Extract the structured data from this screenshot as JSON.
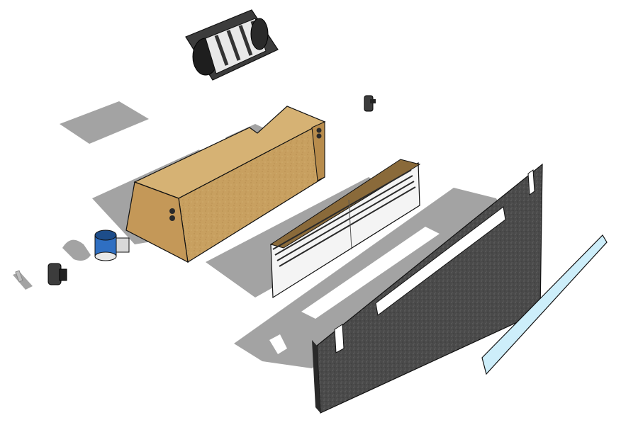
{
  "scene": {
    "kind": "exploded-view",
    "background": "#ffffff",
    "shadow_color": "#a3a3a3",
    "parts": [
      {
        "id": "blower-motor",
        "icon": "blower-motor-icon",
        "color": "#5a5a5a"
      },
      {
        "id": "wooden-housing",
        "icon": "wooden-housing-icon",
        "color": "#c8a060"
      },
      {
        "id": "small-connector",
        "icon": "connector-icon",
        "color": "#3c3c3c"
      },
      {
        "id": "heat-exchanger",
        "icon": "heat-exchanger-icon",
        "color": "#c8a060"
      },
      {
        "id": "front-panel",
        "icon": "front-panel-icon",
        "color": "#4a4a4a"
      },
      {
        "id": "glass-strip",
        "icon": "glass-strip-icon",
        "color": "#cdeefa"
      },
      {
        "id": "blue-pump",
        "icon": "pump-icon",
        "color": "#2f6fc2"
      },
      {
        "id": "dark-clip",
        "icon": "clip-icon",
        "color": "#3c3c3c"
      },
      {
        "id": "small-bracket",
        "icon": "bracket-icon",
        "color": "#bdbdbd"
      }
    ]
  }
}
